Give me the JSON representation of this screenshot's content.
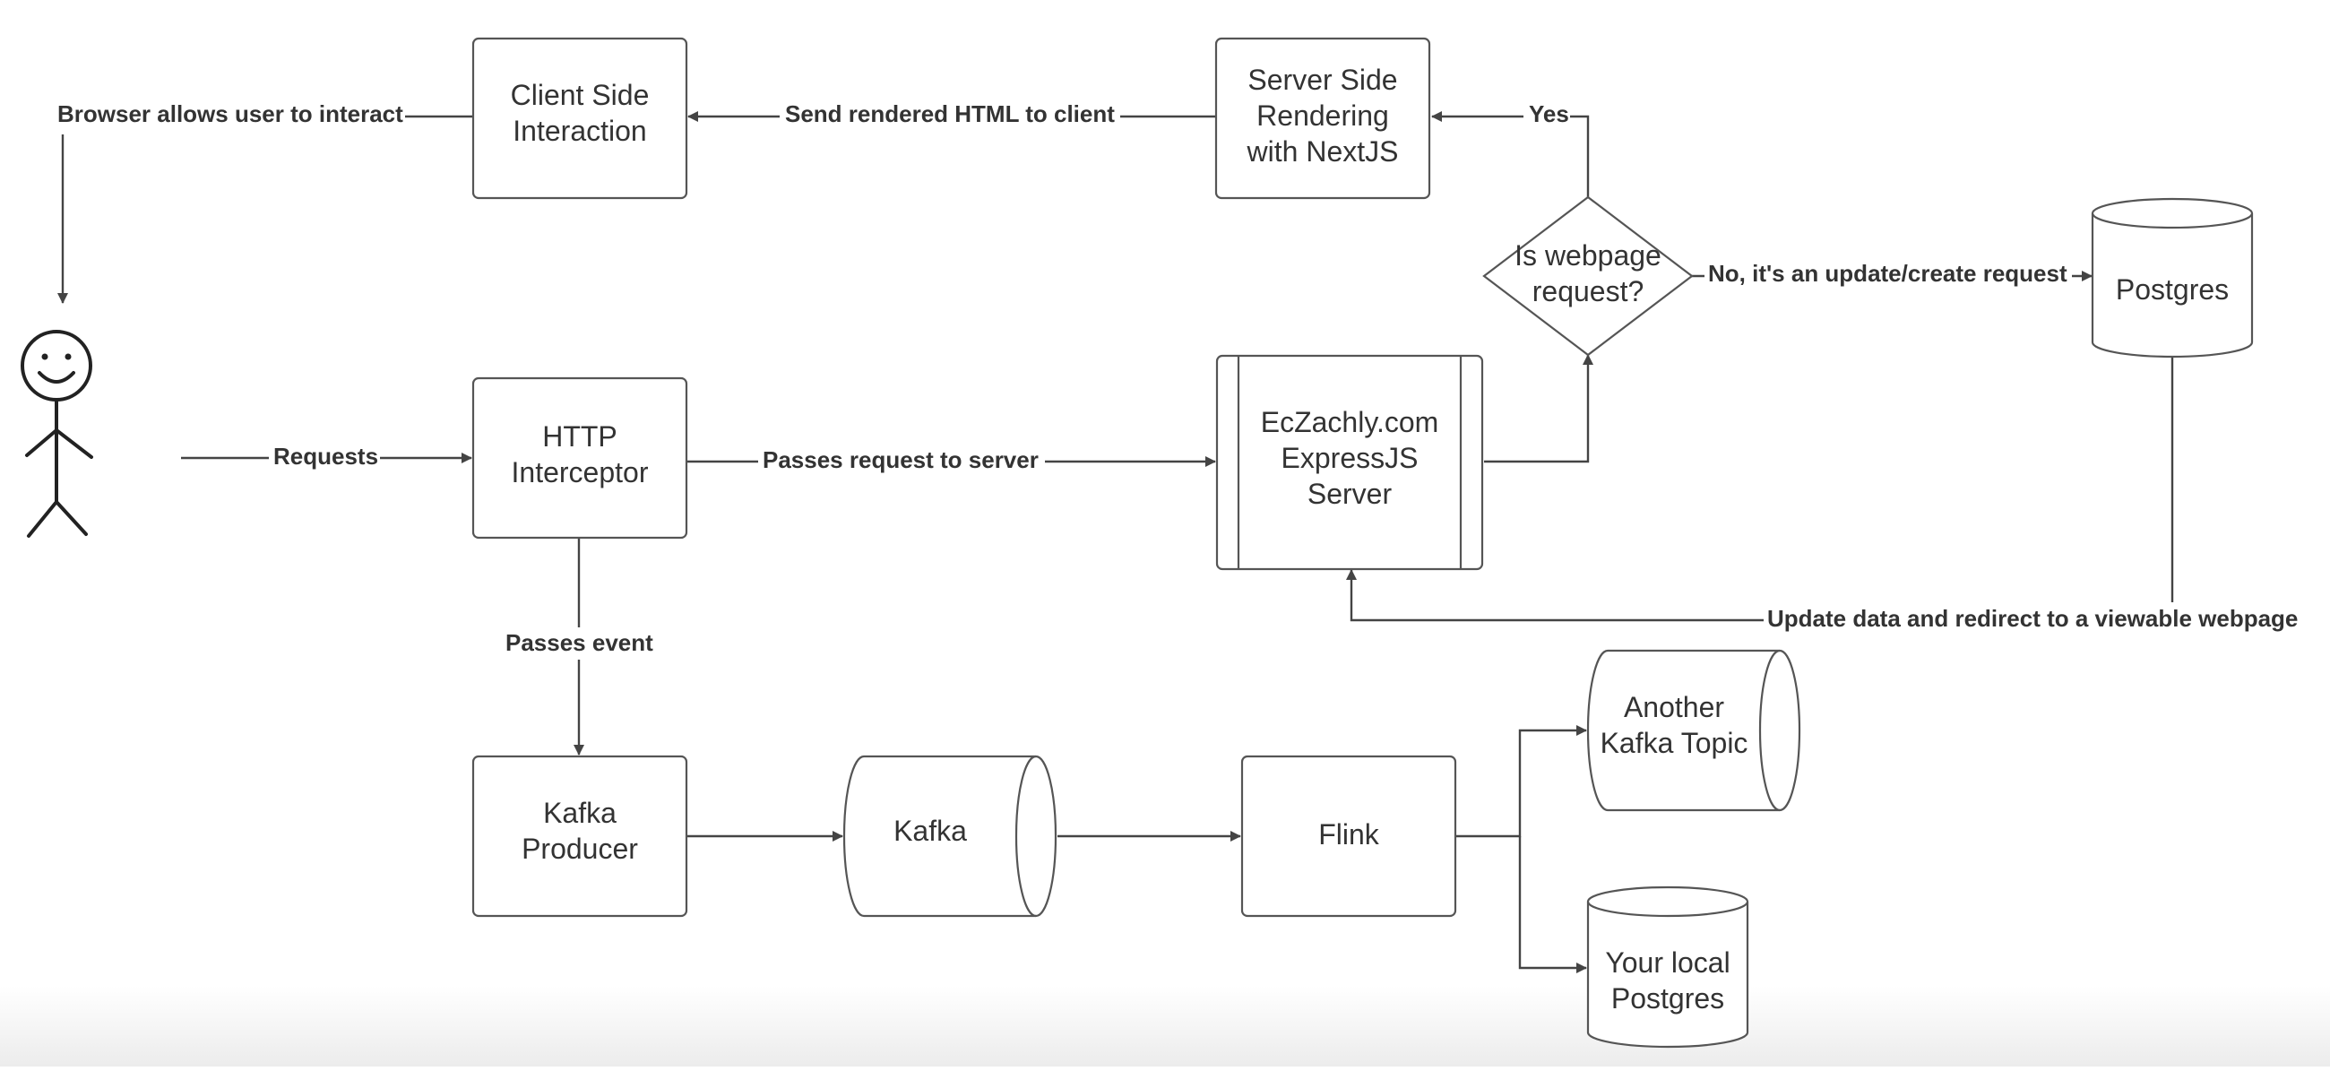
{
  "nodes": {
    "client_side": [
      "Client Side",
      "Interaction"
    ],
    "ssr": [
      "Server Side",
      "Rendering",
      "with NextJS"
    ],
    "decision": [
      "Is webpage",
      "request?"
    ],
    "postgres": [
      "Postgres"
    ],
    "http_interceptor": [
      "HTTP",
      "Interceptor"
    ],
    "express_server": [
      "EcZachly.com",
      "ExpressJS",
      "Server"
    ],
    "kafka_producer": [
      "Kafka",
      "Producer"
    ],
    "kafka": [
      "Kafka"
    ],
    "flink": [
      "Flink"
    ],
    "another_kafka_topic": [
      "Another",
      "Kafka Topic"
    ],
    "local_postgres": [
      "Your local",
      "Postgres"
    ]
  },
  "edge_labels": {
    "browser": "Browser allows user to interact",
    "send_html": "Send rendered HTML to client",
    "yes": "Yes",
    "no_update": "No, it's an update/create request",
    "requests": "Requests",
    "passes_request": "Passes request to server",
    "passes_event": "Passes event",
    "update_redirect": "Update data and redirect to a viewable webpage"
  },
  "colors": {
    "stroke": "#555555",
    "text": "#333333",
    "background": "#ffffff"
  }
}
